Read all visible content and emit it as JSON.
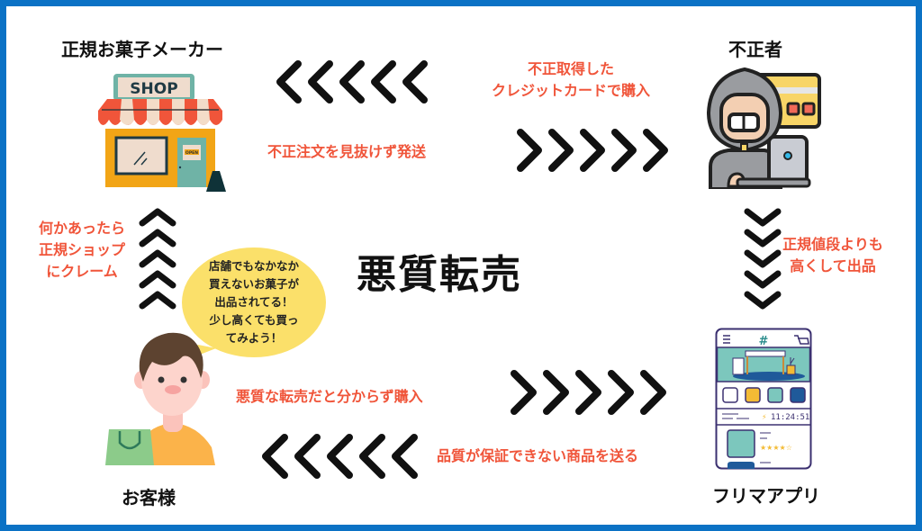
{
  "diagram": {
    "title": "悪質転売",
    "colors": {
      "border": "#0b72c5",
      "accent_text": "#f0553a",
      "arrow": "#111111",
      "bubble": "#fbe06a"
    },
    "nodes": {
      "maker": {
        "label": "正規お菓子メーカー",
        "icon": "shop-icon",
        "sign_text": "SHOP",
        "door_sign": "OPEN"
      },
      "fraudster": {
        "label": "不正者",
        "icon": "hacker-icon"
      },
      "flea_app": {
        "label": "フリマアプリ",
        "icon": "flea-market-app-icon",
        "timer": "11:24:51"
      },
      "customer": {
        "label": "お客様",
        "icon": "customer-icon"
      }
    },
    "edges": {
      "fraud_purchase": {
        "line1": "不正取得した",
        "line2": "クレジットカードで購入",
        "direction": "left",
        "chevrons": 5
      },
      "ship_unaware": {
        "text": "不正注文を見抜けず発送",
        "direction": "right",
        "chevrons": 5
      },
      "list_higher": {
        "line1": "正規値段よりも",
        "line2": "高くして出品",
        "direction": "down",
        "chevrons": 5
      },
      "buy_unaware": {
        "text": "悪質な転売だと分からず購入",
        "direction": "right",
        "chevrons": 5
      },
      "send_goods": {
        "text": "品質が保証できない商品を送る",
        "direction": "left",
        "chevrons": 5
      },
      "complain": {
        "line1": "何かあったら",
        "line2": "正規ショップ",
        "line3": "にクレーム",
        "direction": "up",
        "chevrons": 5
      }
    },
    "speech_bubble": {
      "lines": [
        "店舗でもなかなか",
        "買えないお菓子が",
        "出品されてる！",
        "少し高くても買っ",
        "てみよう！"
      ]
    }
  }
}
